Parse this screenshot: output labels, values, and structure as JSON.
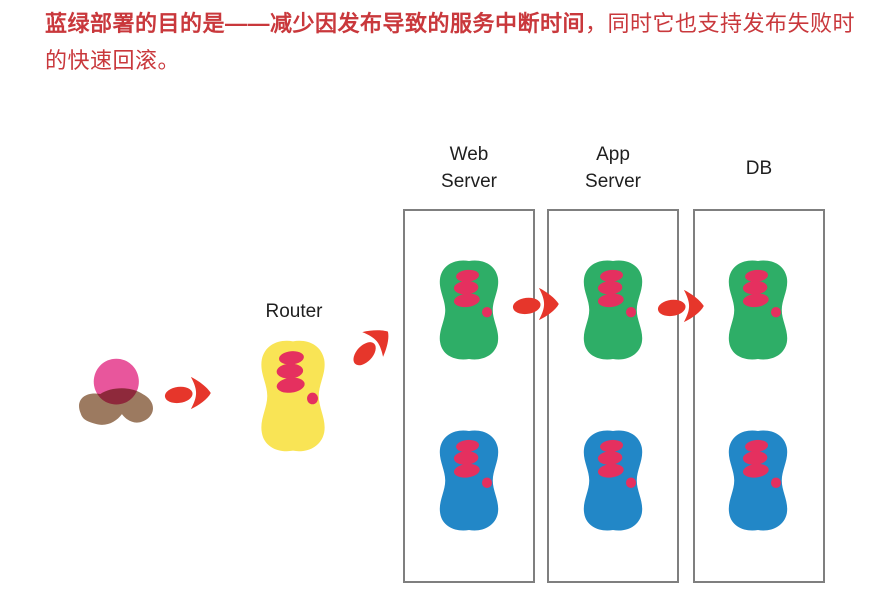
{
  "intro": {
    "bold_text": "蓝绿部署的目的是——减少因发布导致的服务中断时间",
    "regular_text": "，同时它也支持发布失败时的快速回滚。"
  },
  "diagram": {
    "router_label": "Router",
    "tiers": [
      {
        "id": "web",
        "label": "Web\nServer"
      },
      {
        "id": "app",
        "label": "App\nServer"
      },
      {
        "id": "db",
        "label": "DB"
      }
    ],
    "flow": [
      "user",
      "router",
      "web",
      "app",
      "db"
    ],
    "icons": {
      "user": "user-icon",
      "arrow": "arrow-right-icon",
      "server": "server-blob-icon"
    }
  },
  "colors": {
    "text_red": "#c9383c",
    "label_dark": "#1f1f1f",
    "box_border": "#7f7f7f",
    "arrow_red": "#e6362b",
    "accent_pink": "#e5305f",
    "server_green": "#2eae67",
    "server_blue": "#2287c7",
    "router_yellow": "#f9e455",
    "user_head_pink": "#e8569c",
    "user_body_brown": "#9c7a60"
  }
}
